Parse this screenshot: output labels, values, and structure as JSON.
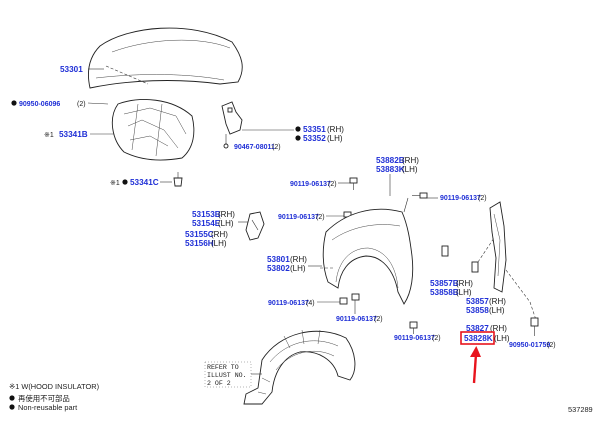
{
  "labels": {
    "hood": "53301",
    "hood_clip": "90950-06096",
    "hood_clip_qty": "(2)",
    "insulator": "53341B",
    "insulator_clip": "53341C",
    "hood_screw": "90467-08011",
    "hood_screw_qty": "(2)",
    "hood_hinge_rh": "53351",
    "hood_hinge_rh_side": "(RH)",
    "hood_hinge_lh": "53352",
    "hood_hinge_lh_side": "(LH)",
    "bolt_a": "90119-06137",
    "bolt_a_qty": "(2)",
    "bracket_rh": "53882B",
    "bracket_rh_side": "(RH)",
    "bracket_lh": "53883K",
    "bracket_lh_side": "(LH)",
    "bolt_b": "90119-06137",
    "bolt_b_qty": "(2)",
    "bolt_c": "90119-06137",
    "bolt_c_qty": "(2)",
    "stay_rh": "53153B",
    "stay_rh_side": "(RH)",
    "stay_lh": "53154E",
    "stay_lh_side": "(LH)",
    "stay2_rh": "53155C",
    "stay2_rh_side": "(RH)",
    "stay2_lh": "53156H",
    "stay2_lh_side": "(LH)",
    "fender_rh": "53801",
    "fender_rh_side": "(RH)",
    "fender_lh": "53802",
    "fender_lh_side": "(LH)",
    "bolt_d": "90119-06137",
    "bolt_d_qty": "(4)",
    "bolt_e": "90119-06137",
    "bolt_e_qty": "(2)",
    "bolt_f": "90119-06137",
    "bolt_f_qty": "(2)",
    "seal_rh": "53857B",
    "seal_rh_side": "(RH)",
    "seal_lh": "53858B",
    "seal_lh_side": "(LH)",
    "seal2_rh": "53857",
    "seal2_rh_side": "(RH)",
    "seal2_lh": "53858",
    "seal2_lh_side": "(LH)",
    "protector_rh": "53827",
    "protector_rh_side": "(RH)",
    "protector_lh": "53828K",
    "protector_lh_side": "(LH)",
    "clip_g": "90950-01759",
    "clip_g_qty": "(2)"
  },
  "insulator_mark": "※1",
  "insulator_clip_mark": "※1",
  "refer_note": [
    "REFER TO",
    "ILLUST NO.",
    "2 OF 2"
  ],
  "legend": {
    "footnote": "※1 W(HOOD INSULATOR)",
    "japanese": "再使用不可部品",
    "english": "Non-reusable part"
  },
  "figure_number": "537289",
  "colors": {
    "callout": "#1f2fd6",
    "highlight": "#e8141d",
    "line": "#333333"
  }
}
